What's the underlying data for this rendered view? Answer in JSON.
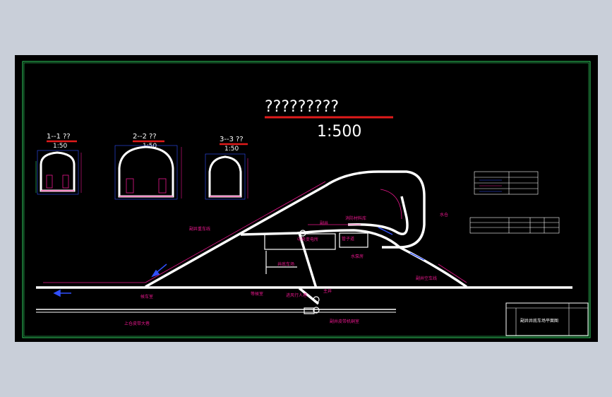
{
  "drawing": {
    "title": "?????????",
    "scale": "1:500",
    "sections": [
      {
        "label": "1--1  ??",
        "scale": "1:50"
      },
      {
        "label": "2--2  ??",
        "scale": "1:50"
      },
      {
        "label": "3--3  ??",
        "scale": "1:50"
      }
    ],
    "cjk_labels": [
      "副井重车线",
      "副井空车线",
      "中央变电所",
      "水泵房",
      "水仓",
      "管子道",
      "候车室",
      "井底车场",
      "主井",
      "副井",
      "上仓皮带大巷",
      "副井皮带机硐室",
      "消防材料库",
      "等候室",
      "进风行人巷"
    ],
    "title_block_text": "副井井底车场平面图",
    "colors": {
      "background": "#000000",
      "frame": "#2fd05f",
      "track": "#ffffff",
      "annotation": "#e8178c",
      "title_underline": "#e01b1b",
      "callout": "#3050ff"
    }
  }
}
